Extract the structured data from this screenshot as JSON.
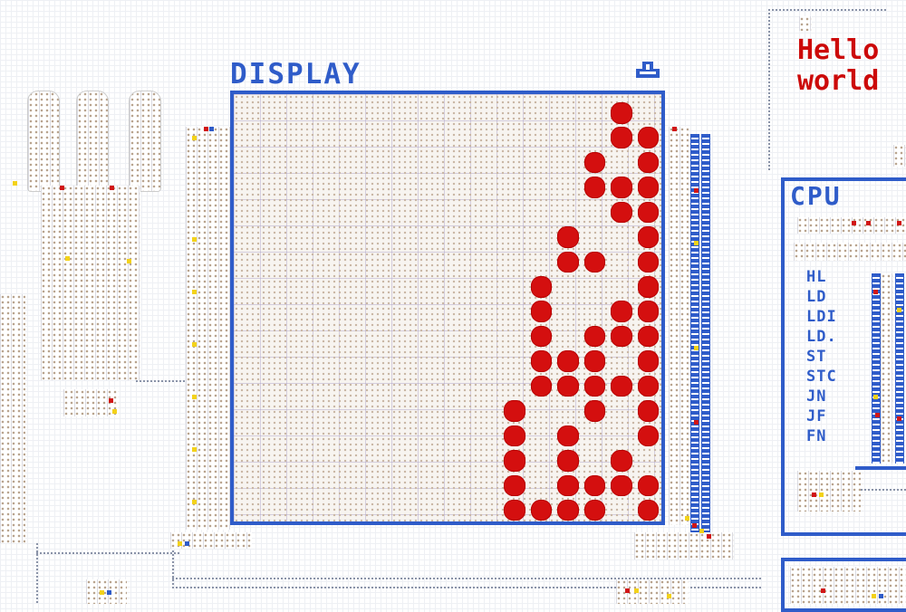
{
  "display": {
    "title": "DISPLAY",
    "lit_color": "#d40f0f",
    "grid_cols": 16,
    "grid_rows": 16,
    "lit_pixels": [
      [
        0,
        14
      ],
      [
        1,
        14
      ],
      [
        1,
        15
      ],
      [
        2,
        13
      ],
      [
        2,
        15
      ],
      [
        3,
        13
      ],
      [
        3,
        14
      ],
      [
        3,
        15
      ],
      [
        4,
        14
      ],
      [
        4,
        15
      ],
      [
        5,
        12
      ],
      [
        5,
        15
      ],
      [
        6,
        12
      ],
      [
        6,
        13
      ],
      [
        6,
        15
      ],
      [
        7,
        11
      ],
      [
        7,
        15
      ],
      [
        8,
        11
      ],
      [
        8,
        14
      ],
      [
        8,
        15
      ],
      [
        9,
        11
      ],
      [
        9,
        13
      ],
      [
        9,
        14
      ],
      [
        9,
        15
      ],
      [
        10,
        11
      ],
      [
        10,
        12
      ],
      [
        10,
        13
      ],
      [
        10,
        15
      ],
      [
        11,
        11
      ],
      [
        11,
        12
      ],
      [
        11,
        13
      ],
      [
        11,
        14
      ],
      [
        11,
        15
      ],
      [
        12,
        10
      ],
      [
        12,
        13
      ],
      [
        12,
        15
      ],
      [
        13,
        10
      ],
      [
        13,
        12
      ],
      [
        13,
        15
      ],
      [
        14,
        10
      ],
      [
        14,
        12
      ],
      [
        14,
        14
      ],
      [
        15,
        10
      ],
      [
        15,
        12
      ],
      [
        15,
        13
      ],
      [
        15,
        14
      ],
      [
        15,
        15
      ],
      [
        16,
        10
      ],
      [
        16,
        11
      ],
      [
        16,
        12
      ],
      [
        16,
        13
      ],
      [
        16,
        15
      ]
    ]
  },
  "message": {
    "line1": "Hello",
    "line2": "world",
    "color": "#cc0a0a"
  },
  "cpu": {
    "title": "CPU",
    "instructions": [
      "HL",
      "LD",
      "LDI",
      "LD.",
      "ST",
      "STC",
      "JN",
      "JF",
      "FN"
    ]
  },
  "icons": {
    "display_tab": "wrench-icon"
  },
  "colors": {
    "frame_blue": "#2f5cc9",
    "signal_yellow": "#f3d21a",
    "signal_red": "#d11515"
  }
}
